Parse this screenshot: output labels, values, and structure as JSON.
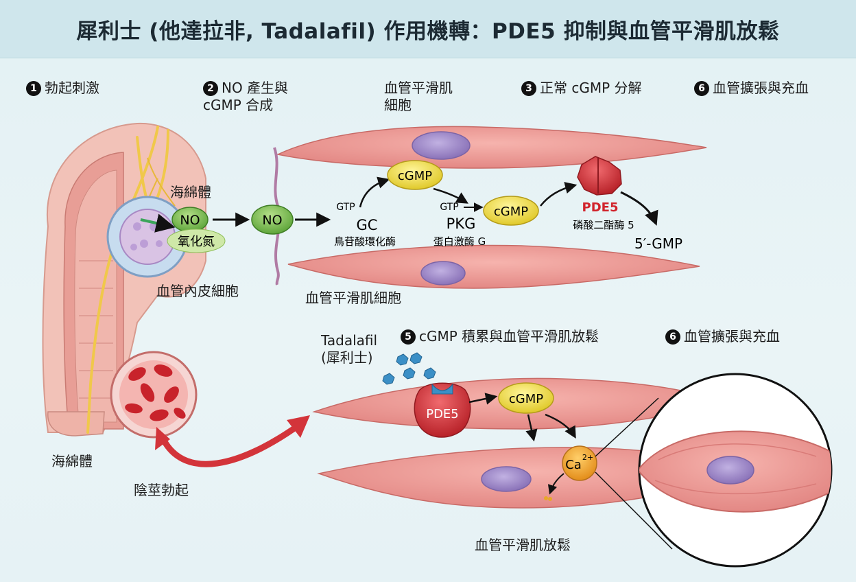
{
  "title": "犀利士 (他達拉非, Tadalafil) 作用機轉：PDE5 抑制與血管平滑肌放鬆",
  "steps": {
    "s1": {
      "num": "1",
      "label": "勃起刺激"
    },
    "s2": {
      "num": "2",
      "line1": "NO 產生與",
      "line2": "cGMP 合成"
    },
    "s3": {
      "num": "3",
      "label": "正常 cGMP 分解"
    },
    "s6a": {
      "num": "6",
      "label": "血管擴張與充血"
    },
    "s5": {
      "num": "5",
      "label": "cGMP 積累與血管平滑肌放鬆"
    },
    "s6b": {
      "num": "6",
      "label": "血管擴張與充血"
    }
  },
  "labels": {
    "smooth_muscle_cell_top_1": "血管平滑肌",
    "smooth_muscle_cell_top_2": "細胞",
    "corpus_cavernosum_top": "海綿體",
    "endothelial_cell": "血管內皮細胞",
    "smooth_muscle_cell_mid": "血管平滑肌細胞",
    "corpus_cavernosum_bottom": "海綿體",
    "erection": "陰莖勃起",
    "relaxation": "血管平滑肌放鬆",
    "no_bubble": "NO",
    "no_cn": "氧化氮",
    "no_bubble2": "NO",
    "gtp1": "GTP",
    "gc": "GC",
    "gc_cn": "鳥苷酸環化酶",
    "cgmp1": "cGMP",
    "gtp2": "GTP",
    "pkg": "PKG",
    "pkg_cn": "蛋白激酶 G",
    "cgmp2": "cGMP",
    "pde5_top": "PDE5",
    "pde5_cn": "磷酸二酯酶 5",
    "gmp": "5′-GMP",
    "tadalafil": "Tadalafil",
    "tadalafil_cn": "(犀利士)",
    "pde5_bottom": "PDE5",
    "cgmp3": "cGMP",
    "ca_base": "Ca",
    "ca_sup": "2+"
  },
  "colors": {
    "header_bg": "#cfe6ec",
    "muscle_cell": "#e98f8c",
    "nucleus": "#9d86c8",
    "no_green": "#7fbf56",
    "cgmp_yellow": "#f1e04a",
    "pde5_red": "#d8343a",
    "ca_orange": "#f2a02c",
    "tadalafil_blue": "#3b8fc6",
    "nerve_yellow": "#f0c84a"
  }
}
